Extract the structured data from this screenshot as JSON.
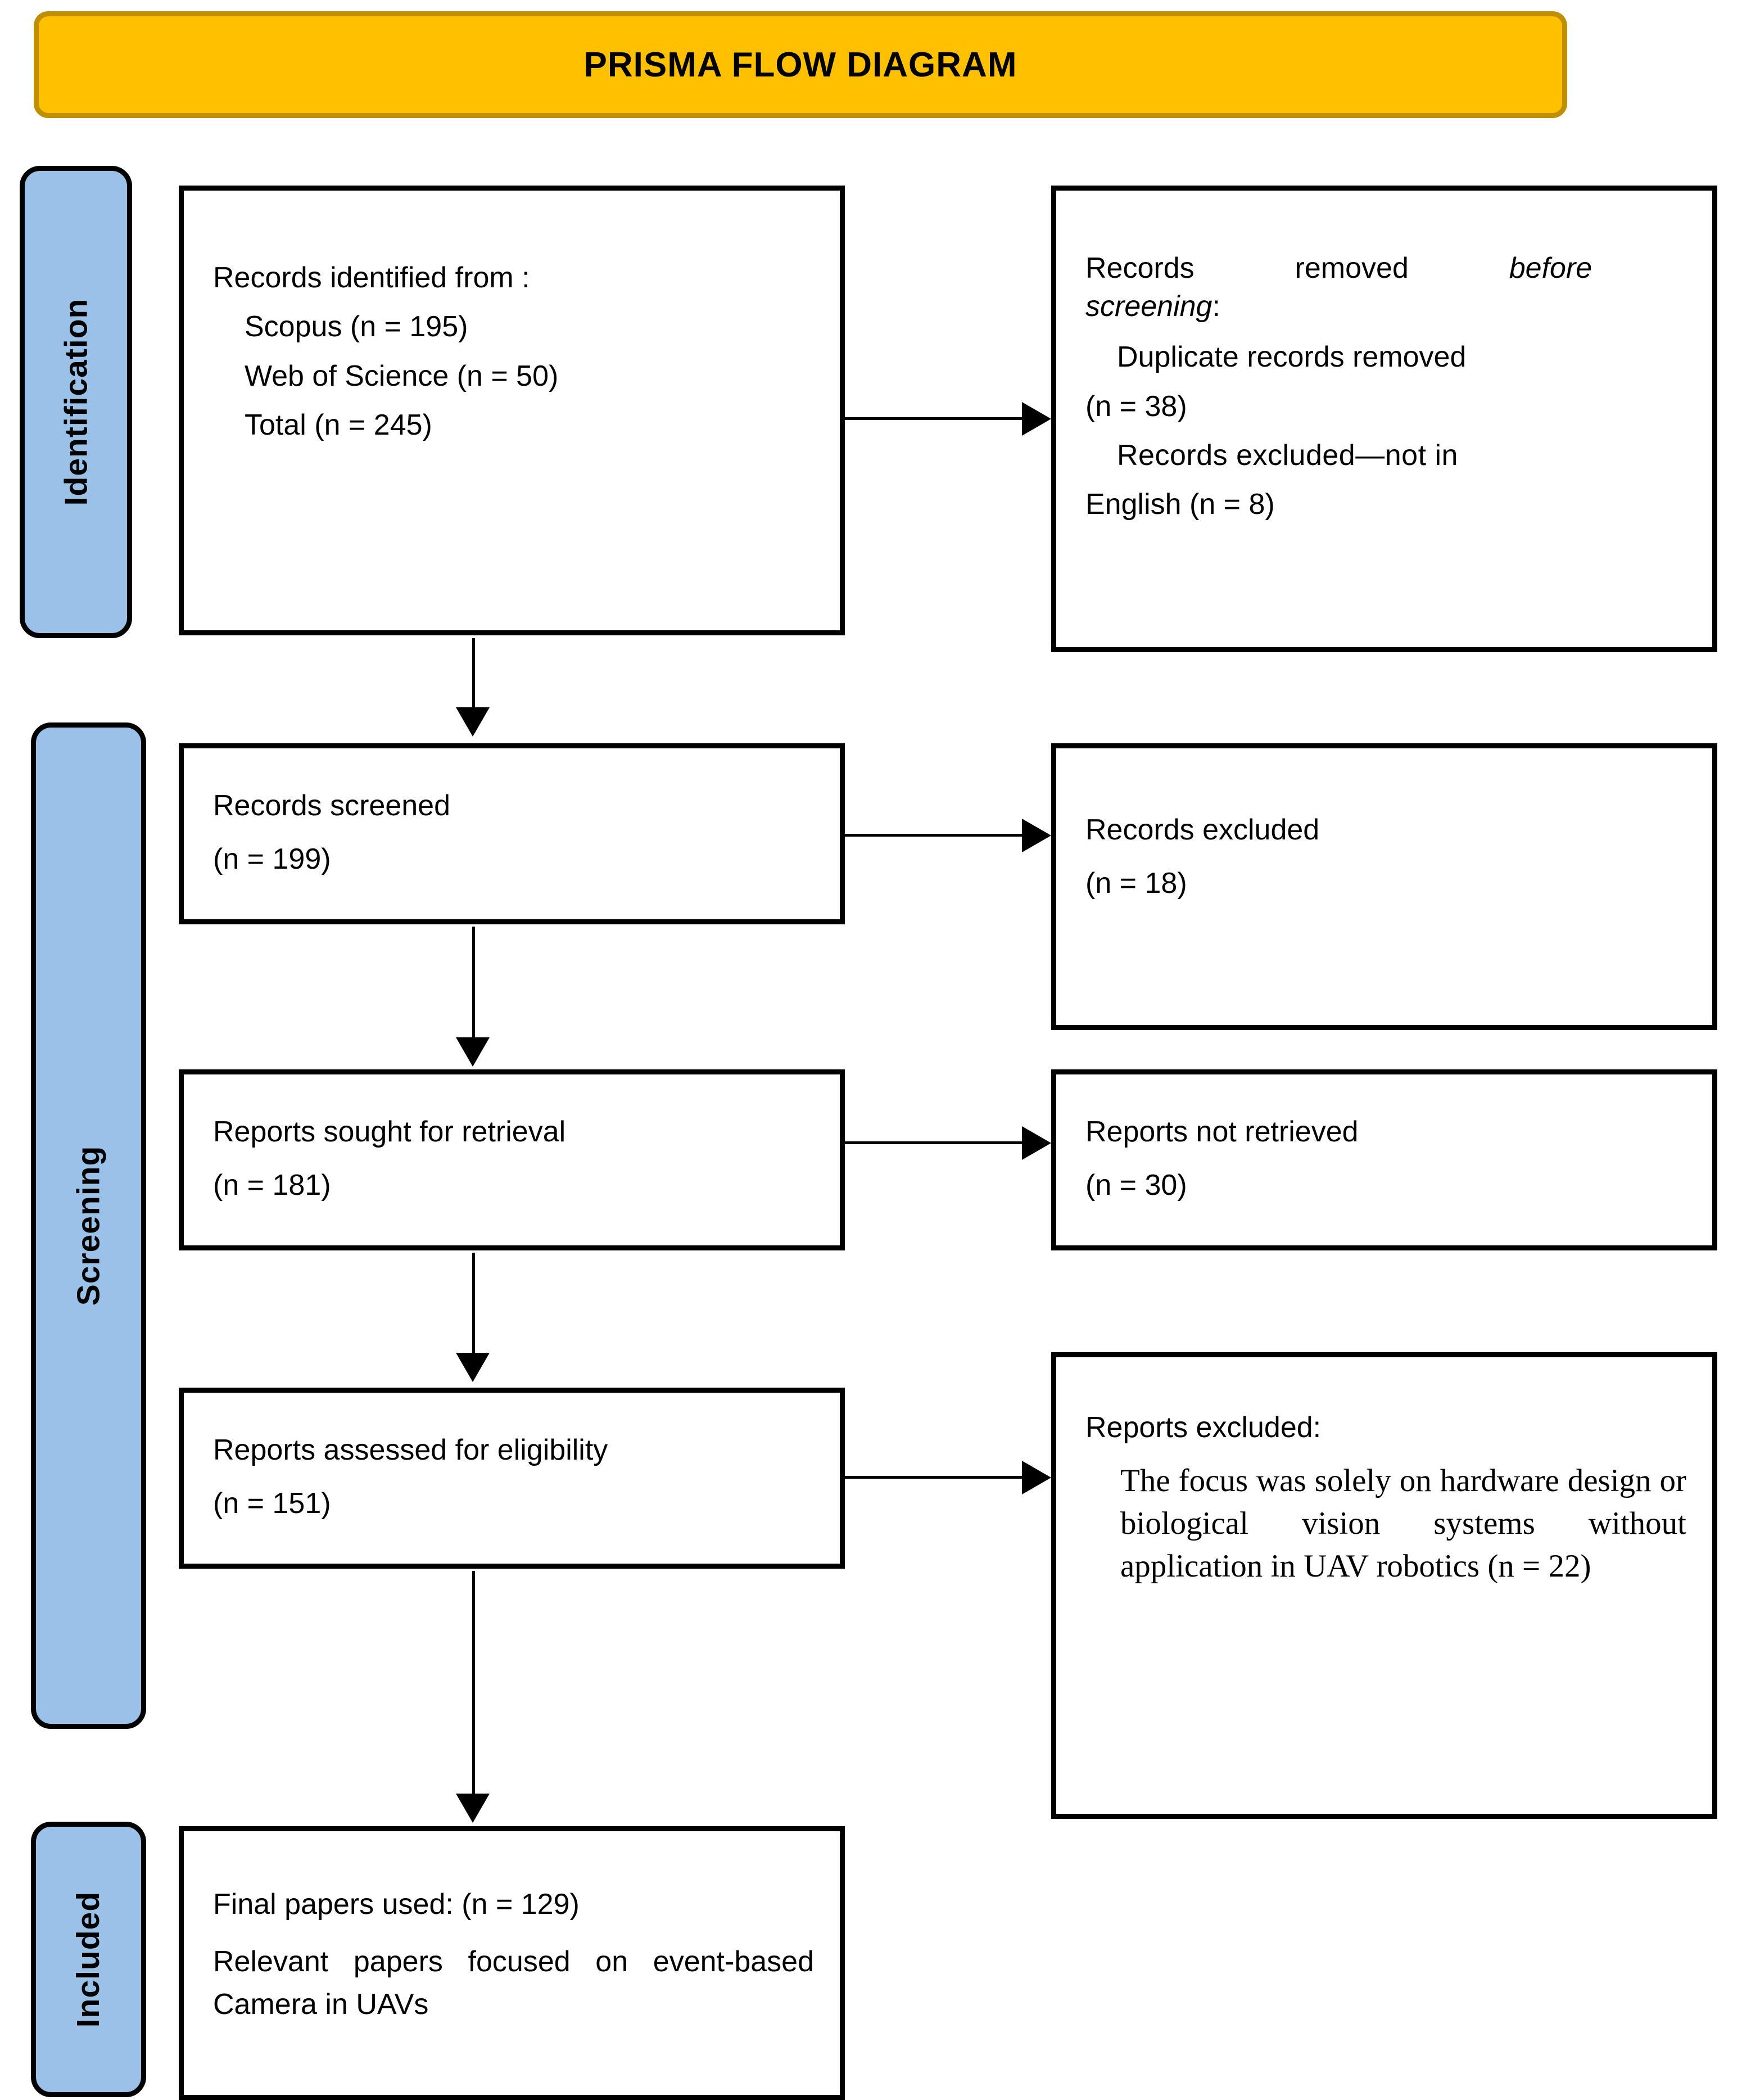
{
  "header": {
    "title": "PRISMA FLOW DIAGRAM",
    "bg_color": "#FFC000",
    "border_color": "#BF8F00"
  },
  "stages": {
    "identification": "Identification",
    "screening": "Screening",
    "included": "Included",
    "tab_color": "#9AC2E8"
  },
  "boxes": {
    "records_identified": {
      "line1": "Records identified from :",
      "line2": "Scopus (n = 195)",
      "line3": "Web of Science (n = 50)",
      "line4": "Total (n = 245)"
    },
    "records_removed": {
      "lead_a": "Records",
      "lead_b": "removed",
      "lead_italic": "before",
      "lead_italic2": "screening",
      "lead_colon": ":",
      "item1": "Duplicate records removed",
      "item1_n": "(n = 38)",
      "item2": "Records excluded—not in",
      "item2_n": "English (n = 8)"
    },
    "records_screened": {
      "line1": "Records screened",
      "line2": "(n = 199)"
    },
    "records_excluded": {
      "line1": "Records excluded",
      "line2": "(n = 18)"
    },
    "reports_sought": {
      "line1": "Reports sought for retrieval",
      "line2": "(n = 181)"
    },
    "reports_not_retrieved": {
      "line1": "Reports not retrieved",
      "line2": "(n = 30)"
    },
    "reports_assessed": {
      "line1": "Reports assessed for eligibility",
      "line2": "(n = 151)"
    },
    "reports_excluded": {
      "heading": "Reports excluded:",
      "body": "The focus was solely on hardware design or biological vision systems without application in UAV robotics (n = 22)"
    },
    "final_papers": {
      "line1": "Final papers used: (n = 129)",
      "line2": "Relevant papers focused on event-based Camera in UAVs"
    }
  },
  "chart_data": {
    "type": "diagram",
    "title": "PRISMA FLOW DIAGRAM",
    "nodes": [
      {
        "id": "records_identified",
        "stage": "Identification",
        "label": "Records identified from",
        "sources": [
          {
            "name": "Scopus",
            "n": 195
          },
          {
            "name": "Web of Science",
            "n": 50
          }
        ],
        "total": 245
      },
      {
        "id": "records_removed",
        "stage": "Identification",
        "label": "Records removed before screening",
        "items": [
          {
            "name": "Duplicate records removed",
            "n": 38
          },
          {
            "name": "Records excluded—not in English",
            "n": 8
          }
        ]
      },
      {
        "id": "records_screened",
        "stage": "Screening",
        "label": "Records screened",
        "n": 199
      },
      {
        "id": "records_excluded",
        "stage": "Screening",
        "label": "Records excluded",
        "n": 18
      },
      {
        "id": "reports_sought",
        "stage": "Screening",
        "label": "Reports sought for retrieval",
        "n": 181
      },
      {
        "id": "reports_not_retrieved",
        "stage": "Screening",
        "label": "Reports not retrieved",
        "n": 30
      },
      {
        "id": "reports_assessed",
        "stage": "Screening",
        "label": "Reports assessed for eligibility",
        "n": 151
      },
      {
        "id": "reports_excluded",
        "stage": "Screening",
        "label": "Reports excluded: The focus was solely on hardware design or biological vision systems without application in UAV robotics",
        "n": 22
      },
      {
        "id": "final_papers",
        "stage": "Included",
        "label": "Final papers used / Relevant papers focused on event-based Camera in UAVs",
        "n": 129
      }
    ],
    "edges": [
      {
        "from": "records_identified",
        "to": "records_removed",
        "direction": "right"
      },
      {
        "from": "records_identified",
        "to": "records_screened",
        "direction": "down"
      },
      {
        "from": "records_screened",
        "to": "records_excluded",
        "direction": "right"
      },
      {
        "from": "records_screened",
        "to": "reports_sought",
        "direction": "down"
      },
      {
        "from": "reports_sought",
        "to": "reports_not_retrieved",
        "direction": "right"
      },
      {
        "from": "reports_sought",
        "to": "reports_assessed",
        "direction": "down"
      },
      {
        "from": "reports_assessed",
        "to": "reports_excluded",
        "direction": "right"
      },
      {
        "from": "reports_assessed",
        "to": "final_papers",
        "direction": "down"
      }
    ]
  }
}
